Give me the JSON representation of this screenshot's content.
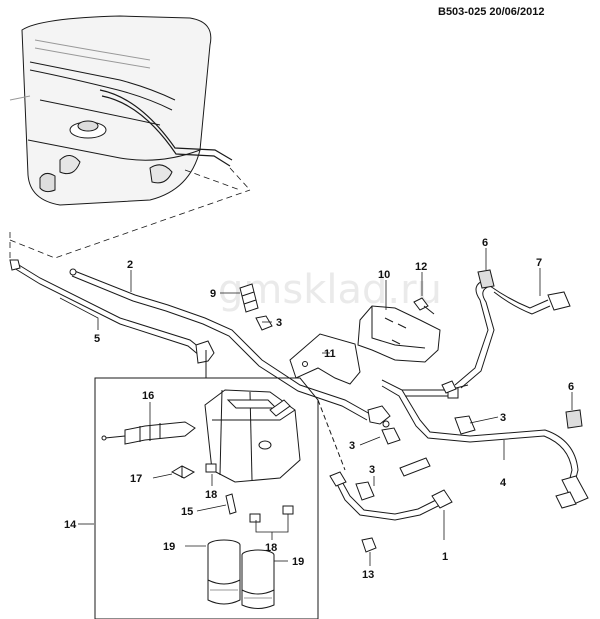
{
  "header": {
    "reference": "B503-025",
    "date": "20/06/2012"
  },
  "watermark": "gmsklad.ru",
  "callouts": {
    "c1": "1",
    "c2": "2",
    "c3a": "3",
    "c3b": "3",
    "c3c": "3",
    "c3d": "3",
    "c4": "4",
    "c5": "5",
    "c6a": "6",
    "c6b": "6",
    "c7": "7",
    "c9": "9",
    "c10": "10",
    "c11": "11",
    "c12": "12",
    "c13": "13",
    "c14": "14",
    "c15": "15",
    "c16": "16",
    "c17": "17",
    "c18a": "18",
    "c18b": "18",
    "c19a": "19",
    "c19b": "19"
  },
  "colors": {
    "line": "#1a1a1a",
    "part_fill": "#ffffff",
    "shade": "#c8c8c8",
    "watermark": "#d0d0d0"
  }
}
